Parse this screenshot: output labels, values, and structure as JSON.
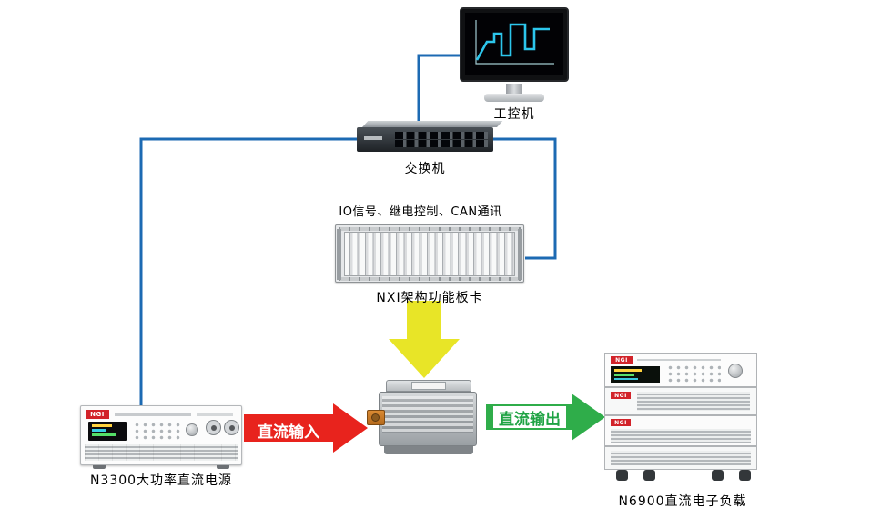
{
  "colors": {
    "line_blue": "#1c6ab3",
    "screen_cyan": "#2cc6ec",
    "arrow_yellow": "#e8e527",
    "arrow_red": "#e8231d",
    "arrow_green": "#2fad4a",
    "badge_red": "#d2232a",
    "dc_output_text_green": "#1fa344"
  },
  "nodes": {
    "industrial_pc": {
      "label": "工控机"
    },
    "switch": {
      "label": "交换机"
    },
    "nxi": {
      "label": "NXI架构功能板卡",
      "bus_text": "IO信号、继电控制、CAN通讯"
    },
    "power_supply": {
      "label": "N3300大功率直流电源",
      "brand": "NGI"
    },
    "load": {
      "label": "N6900直流电子负载",
      "brand": "NGI"
    }
  },
  "arrows": {
    "dc_input": "直流输入",
    "dc_output": "直流输出"
  }
}
